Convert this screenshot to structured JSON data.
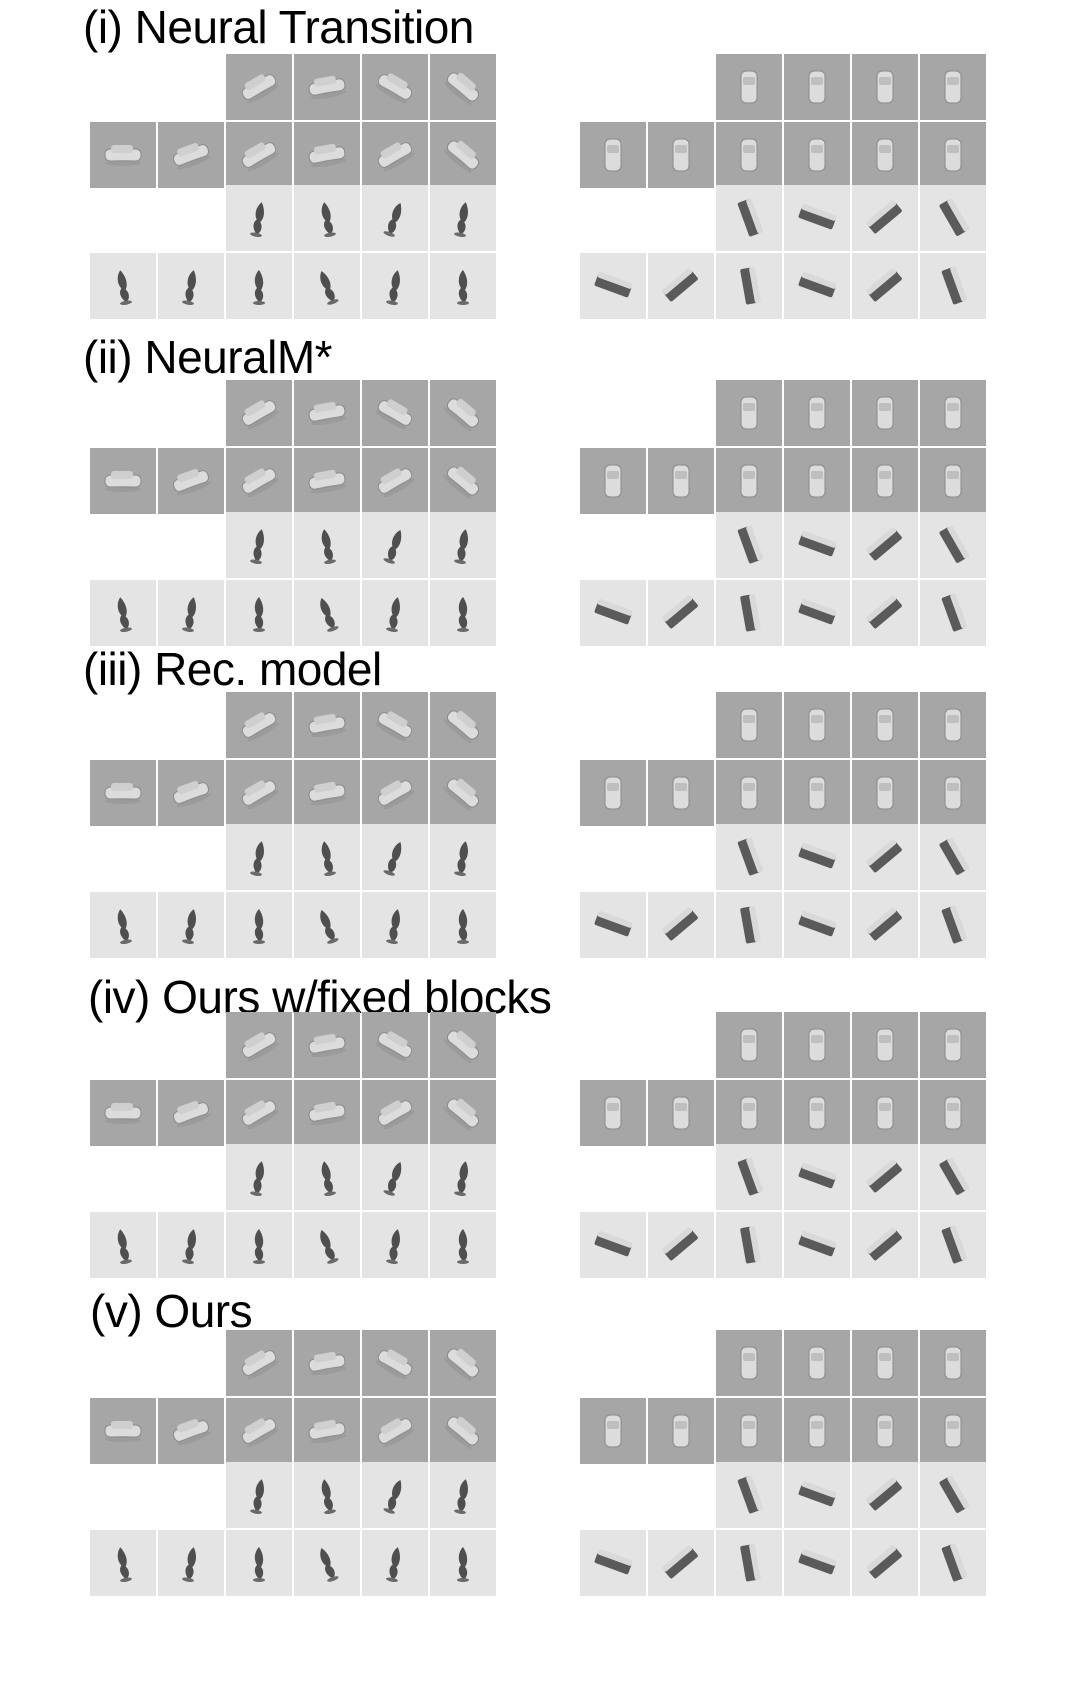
{
  "sections": [
    {
      "title": "(i)  Neural Transition"
    },
    {
      "title": "(ii)  NeuralM*"
    },
    {
      "title": "(iii)  Rec. model"
    },
    {
      "title": "(iv)  Ours w/fixed blocks"
    },
    {
      "title": "(v)  Ours"
    }
  ],
  "colors": {
    "car_bg": "#a8a8a8",
    "figure_bg": "#e3e3e3",
    "object": "#d8d8d8",
    "dark_object": "#555555"
  },
  "icons": [
    "car-thumbnail",
    "figure-thumbnail",
    "box-thumbnail",
    "cartop-thumbnail"
  ]
}
